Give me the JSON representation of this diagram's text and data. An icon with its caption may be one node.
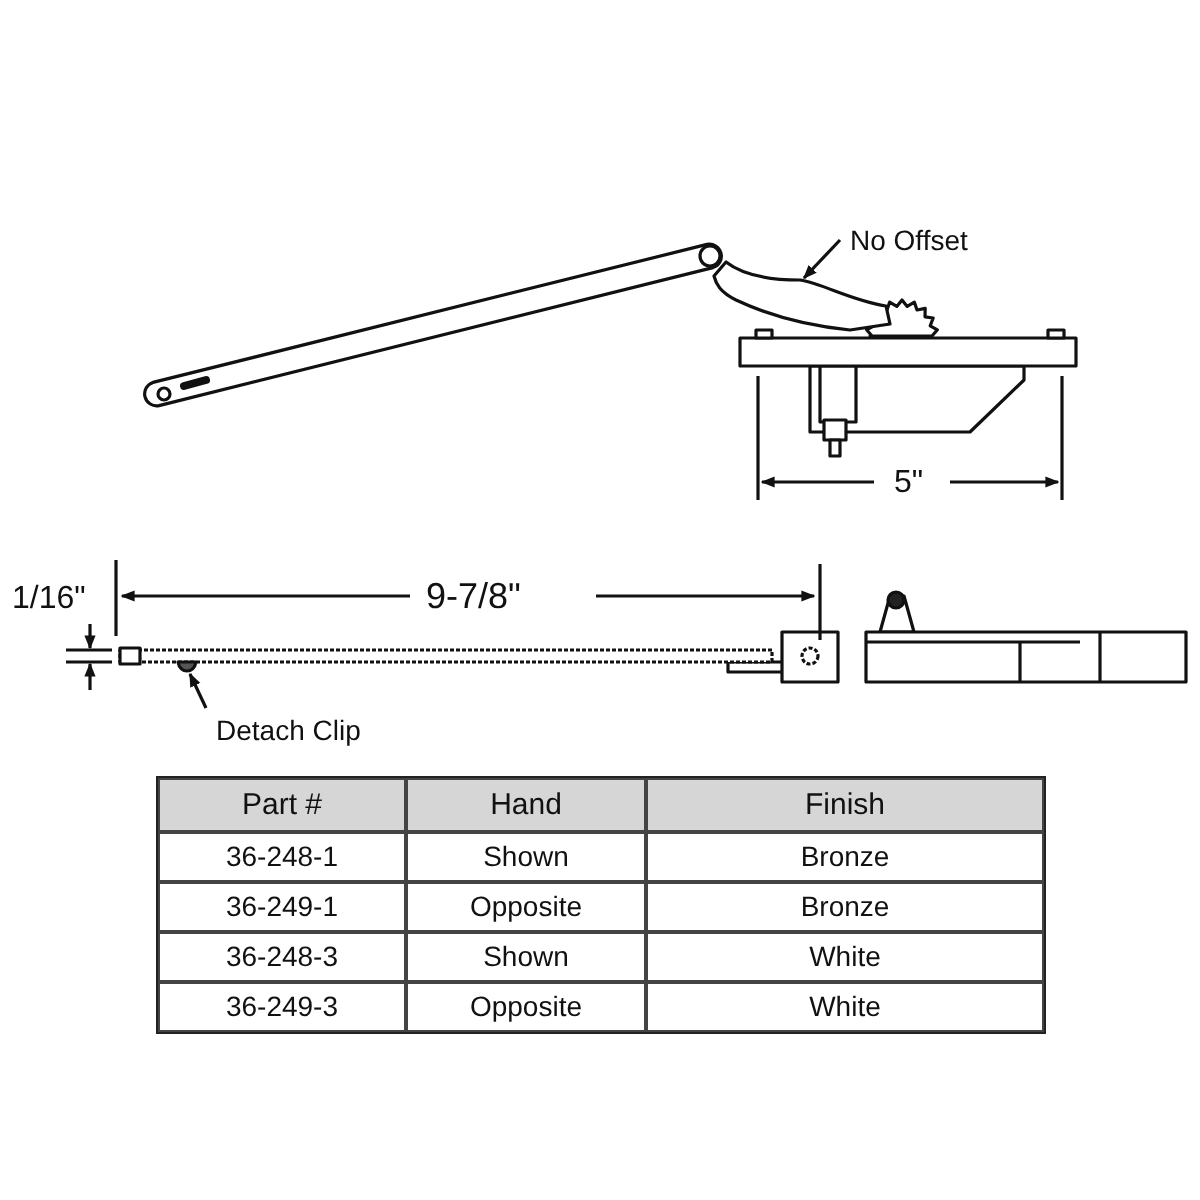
{
  "diagram": {
    "nodes": [
      {
        "text": [
          "No Offset"
        ]
      },
      {
        "text": [],
        "shape": "picture"
      },
      {
        "text": [
          "Detach Clip"
        ]
      },
      {
        "text": [],
        "shape": "circle"
      }
    ],
    "edges": [
      {
        "from": 0,
        "to": 1,
        "arrow": "to"
      },
      {
        "from": 2,
        "to": 3,
        "arrow": "to"
      }
    ],
    "labels": [
      "5\"",
      "1/16\"",
      "9-7/8\"",
      "Part #",
      "Hand",
      "Finish",
      "36-248-1",
      "Shown",
      "Bronze",
      "36-249-1",
      "Opposite",
      "Bronze",
      "36-248-3",
      "Shown",
      "White",
      "36-249-3",
      "Opposite",
      "White"
    ]
  }
}
